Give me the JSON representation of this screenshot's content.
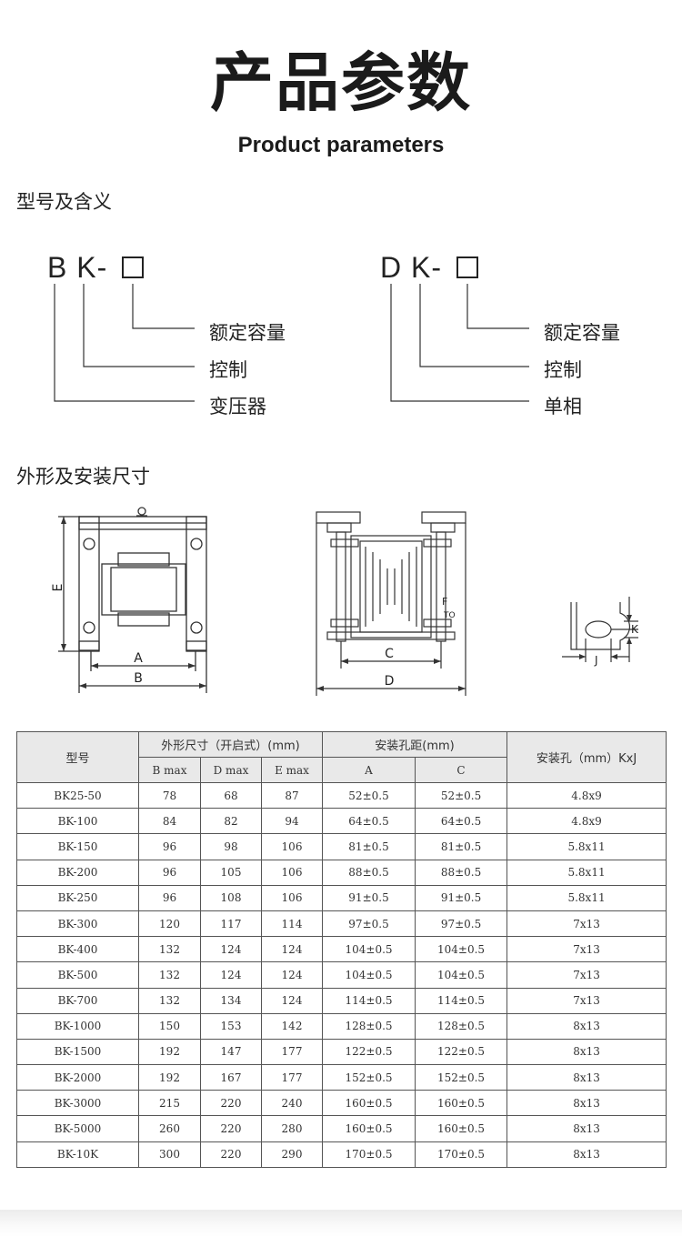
{
  "header": {
    "title_cn": "产品参数",
    "title_en": "Product parameters"
  },
  "model_section": {
    "heading": "型号及含义",
    "left": {
      "code": "B K-",
      "labels": [
        "额定容量",
        "控制",
        "变压器"
      ]
    },
    "right": {
      "code": "D K-",
      "labels": [
        "额定容量",
        "控制",
        "单相"
      ]
    }
  },
  "dimension_section": {
    "heading": "外形及安装尺寸",
    "drawing_labels": {
      "front_e": "E",
      "front_a": "A",
      "front_b": "B",
      "side_c": "C",
      "side_d": "D",
      "side_terminal_1": "F",
      "side_terminal_2": "TO",
      "hole_k": "K",
      "hole_j": "J"
    }
  },
  "table": {
    "head1": {
      "model": "型号",
      "size": "外形尺寸（开启式）(mm)",
      "hole": "安装孔距(mm)",
      "mount": "安装孔（mm）KxJ"
    },
    "head2": {
      "b": "B max",
      "d": "D max",
      "e": "E max",
      "a": "A",
      "c": "C"
    },
    "rows": [
      [
        "BK25-50",
        "78",
        "68",
        "87",
        "52±0.5",
        "52±0.5",
        "4.8x9"
      ],
      [
        "BK-100",
        "84",
        "82",
        "94",
        "64±0.5",
        "64±0.5",
        "4.8x9"
      ],
      [
        "BK-150",
        "96",
        "98",
        "106",
        "81±0.5",
        "81±0.5",
        "5.8x11"
      ],
      [
        "BK-200",
        "96",
        "105",
        "106",
        "88±0.5",
        "88±0.5",
        "5.8x11"
      ],
      [
        "BK-250",
        "96",
        "108",
        "106",
        "91±0.5",
        "91±0.5",
        "5.8x11"
      ],
      [
        "BK-300",
        "120",
        "117",
        "114",
        "97±0.5",
        "97±0.5",
        "7x13"
      ],
      [
        "BK-400",
        "132",
        "124",
        "124",
        "104±0.5",
        "104±0.5",
        "7x13"
      ],
      [
        "BK-500",
        "132",
        "124",
        "124",
        "104±0.5",
        "104±0.5",
        "7x13"
      ],
      [
        "BK-700",
        "132",
        "134",
        "124",
        "114±0.5",
        "114±0.5",
        "7x13"
      ],
      [
        "BK-1000",
        "150",
        "153",
        "142",
        "128±0.5",
        "128±0.5",
        "8x13"
      ],
      [
        "BK-1500",
        "192",
        "147",
        "177",
        "122±0.5",
        "122±0.5",
        "8x13"
      ],
      [
        "BK-2000",
        "192",
        "167",
        "177",
        "152±0.5",
        "152±0.5",
        "8x13"
      ],
      [
        "BK-3000",
        "215",
        "220",
        "240",
        "160±0.5",
        "160±0.5",
        "8x13"
      ],
      [
        "BK-5000",
        "260",
        "220",
        "280",
        "160±0.5",
        "160±0.5",
        "8x13"
      ],
      [
        "BK-10K",
        "300",
        "220",
        "290",
        "170±0.5",
        "170±0.5",
        "8x13"
      ]
    ]
  }
}
